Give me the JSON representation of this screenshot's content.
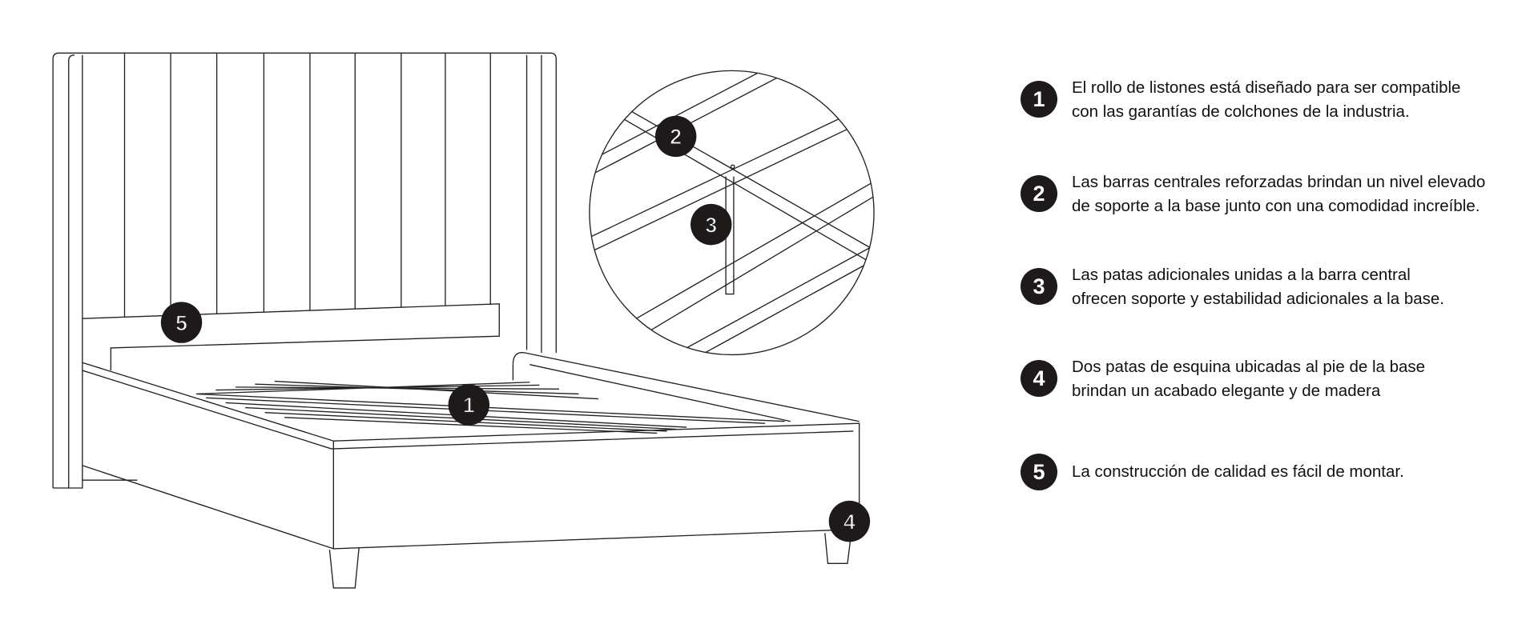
{
  "markers": [
    "1",
    "2",
    "3",
    "4",
    "5"
  ],
  "features": [
    {
      "number": "1",
      "line1": "El rollo de listones está diseñado para ser compatible",
      "line2": "con las garantías de colchones de la industria."
    },
    {
      "number": "2",
      "line1": "Las barras centrales reforzadas brindan un nivel elevado",
      "line2": "de soporte a la base junto con una comodidad increíble."
    },
    {
      "number": "3",
      "line1": "Las patas adicionales unidas a la barra central",
      "line2": "ofrecen soporte y estabilidad adicionales a la base."
    },
    {
      "number": "4",
      "line1": "Dos patas de esquina ubicadas al pie de la base",
      "line2": "brindan un acabado elegante y de madera"
    },
    {
      "number": "5",
      "line1": "La construcción de calidad es fácil de montar.",
      "line2": ""
    }
  ],
  "colors": {
    "badge": "#1e1a1a",
    "line": "#222222"
  }
}
